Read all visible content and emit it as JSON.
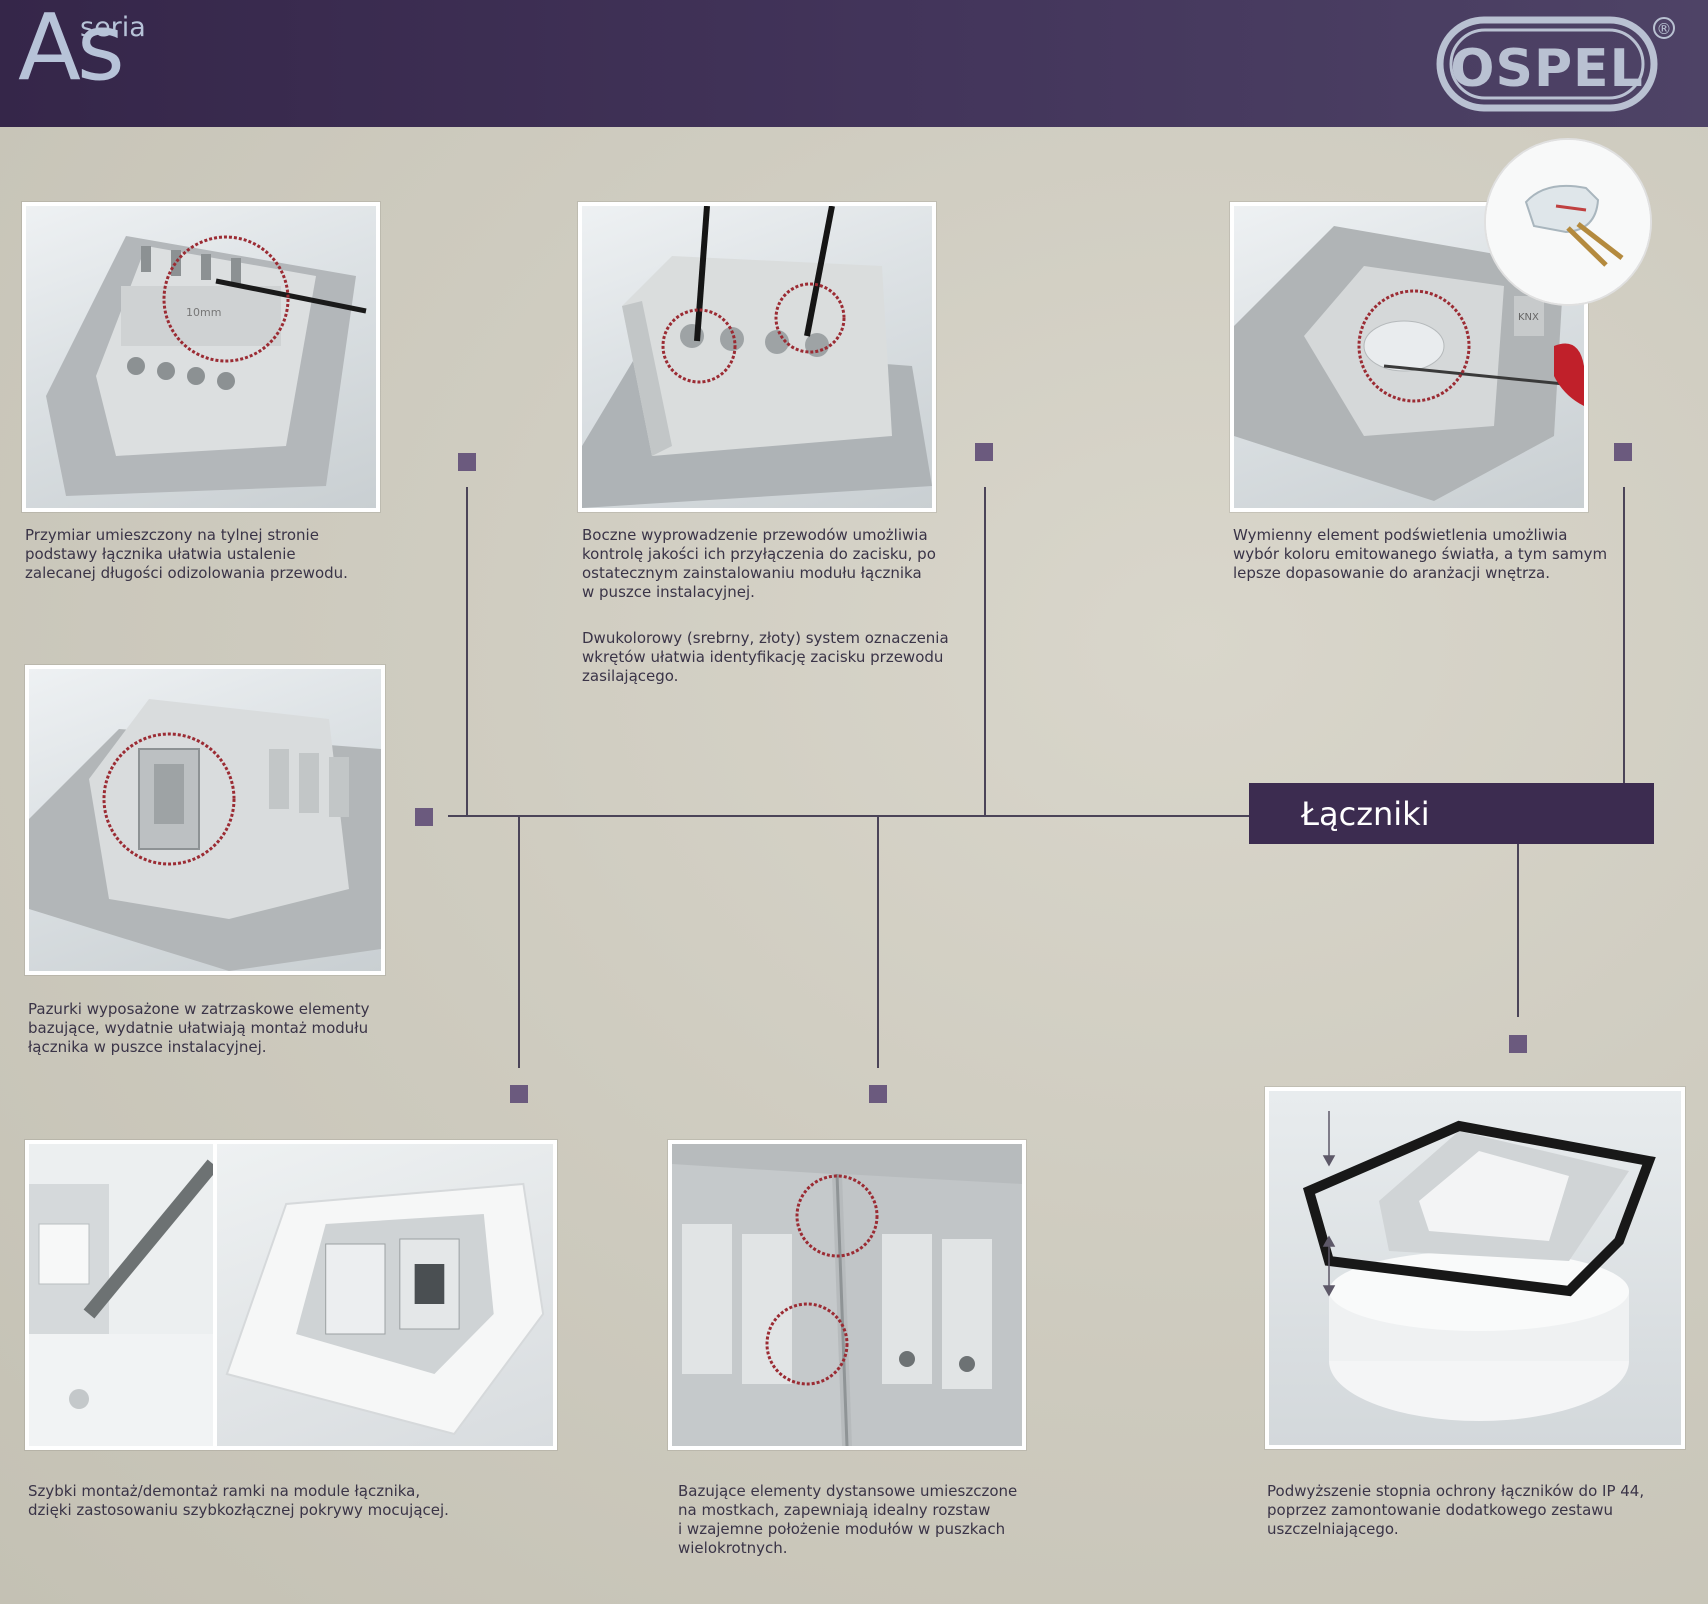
{
  "header": {
    "logo_main": "As",
    "logo_small": "seria",
    "brand": "OSPEL",
    "registered_mark": "®"
  },
  "section_title": "Łączniki",
  "captions": {
    "stripping_gauge": "Przymiar umieszczony na tylnej stronie\npodstawy łącznika ułatwia ustalenie\nzalecanej długości odizolowania przewodu.",
    "side_wires": "Boczne wyprowadzenie przewodów umożliwia\nkontrolę jakości ich przyłączenia do zacisku, po\nostatecznym zainstalowaniu modułu łącznika\nw puszce instalacyjnej.",
    "two_color_screws": "Dwukolorowy (srebrny, złoty) system oznaczenia\nwkrętów ułatwia identyfikację zacisku przewodu\nzasilającego.",
    "backlight": "Wymienny element podświetlenia umożliwia\nwybór koloru emitowanego światła, a tym samym\nlepsze dopasowanie do aranżacji wnętrza.",
    "claws": "Pazurki wyposażone w zatrzaskowe elementy\nbazujące, wydatnie ułatwiają montaż modułu\nłącznika w puszce instalacyjnej.",
    "frame_mounting": "Szybki montaż/demontaż  ramki na module łącznika,\ndzięki zastosowaniu szybkozłącznej pokrywy mocującej.",
    "spacers": "Bazujące elementy dystansowe umieszczone\nna mostkach, zapewniają idealny rozstaw\ni wzajemne położenie modułów w puszkach\nwielokrotnych.",
    "ip44": "Podwyższenie stopnia ochrony łączników do IP 44,\npoprzez zamontowanie dodatkowego zestawu\nuszczelniającego."
  },
  "photo_labels": {
    "stripping_gauge": "10mm",
    "backlight_module": "KNX"
  },
  "colors": {
    "header": "#3a2b4e",
    "accent": "#6b5a7e",
    "title_box": "#3c2c50",
    "highlight_circle": "#9b2b33"
  }
}
